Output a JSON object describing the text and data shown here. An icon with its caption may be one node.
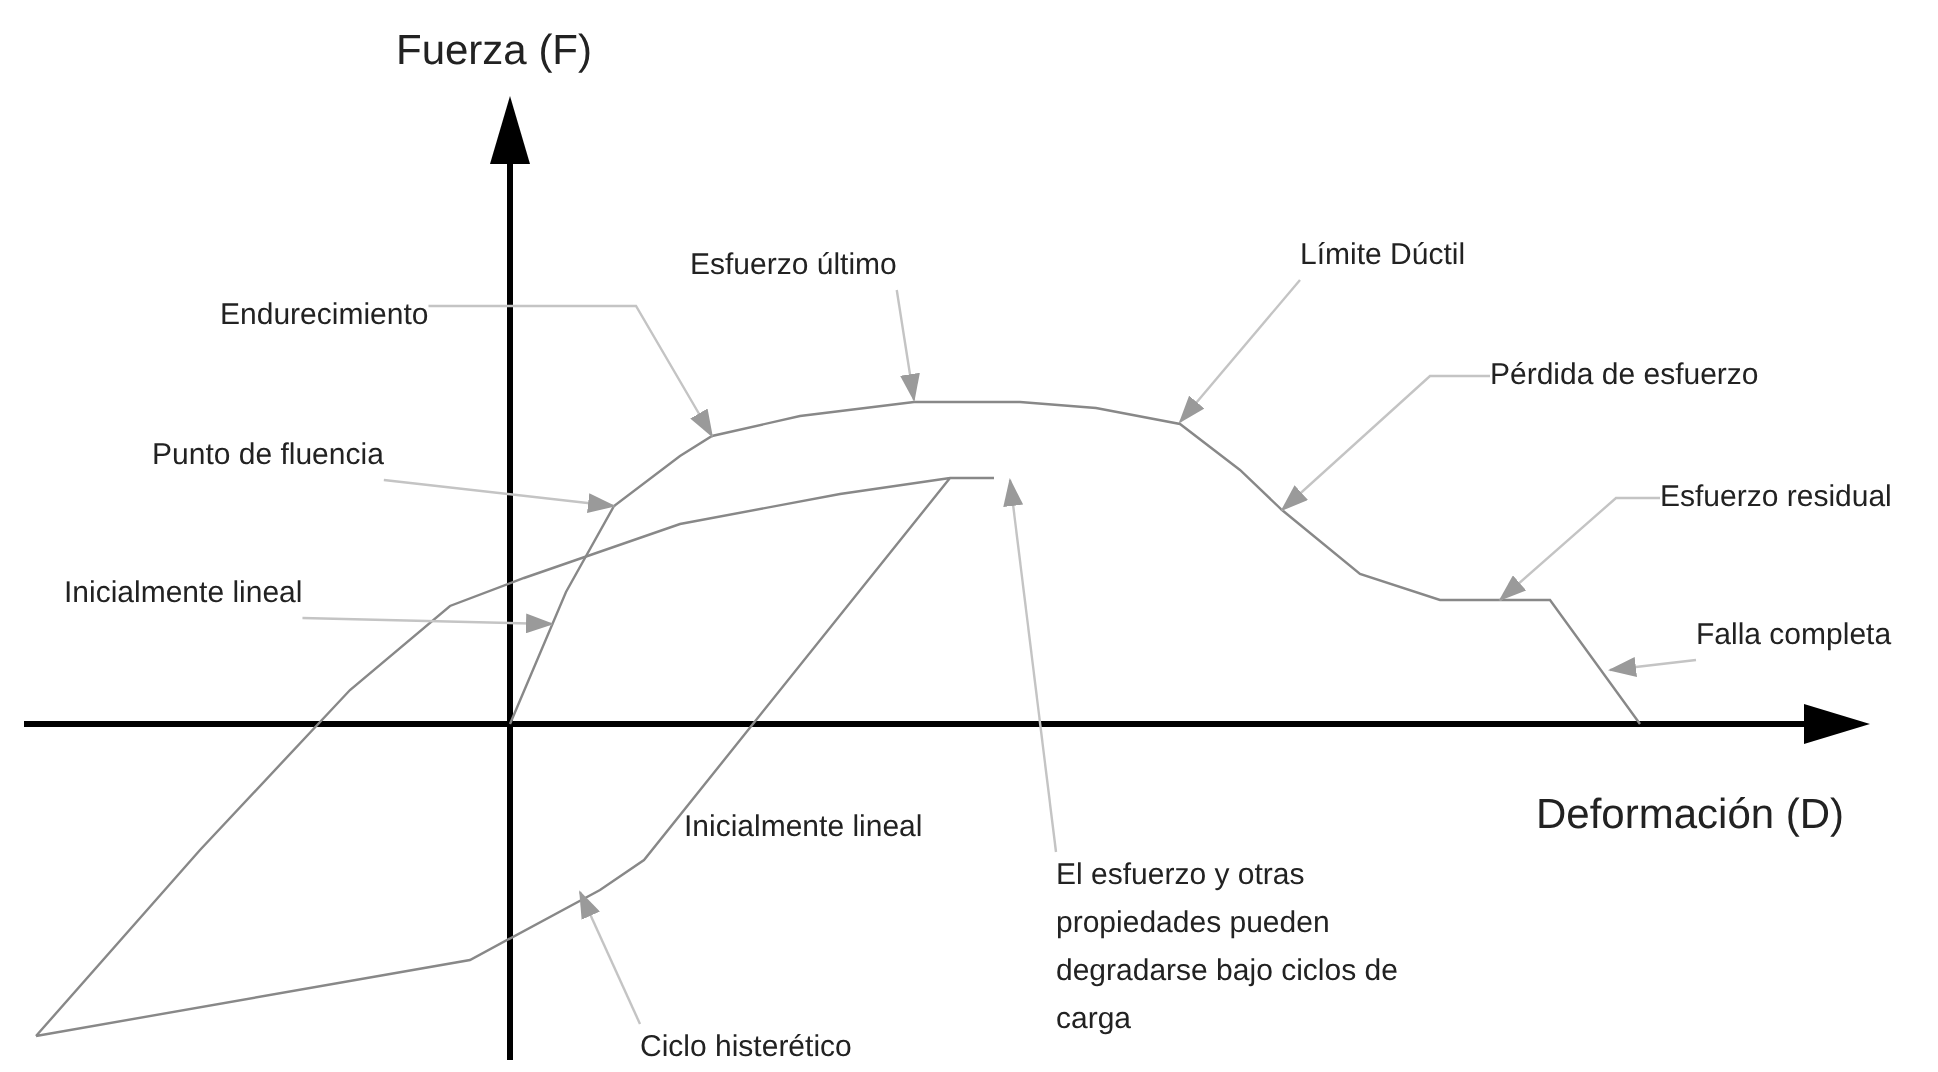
{
  "diagram": {
    "nodes": [
      {
        "text": [
          "Endurecimiento"
        ]
      },
      {
        "text": [
          "Esfuerzo último"
        ]
      },
      {
        "text": [
          "Límite Dúctil"
        ]
      },
      {
        "text": [
          "Pérdida de esfuerzo"
        ]
      },
      {
        "text": [
          "Punto de fluencia"
        ]
      },
      {
        "text": [
          "Esfuerzo residual"
        ]
      },
      {
        "text": [
          "Inicialmente lineal"
        ]
      },
      {
        "text": [
          "Falla completa"
        ]
      },
      {
        "text": [
          "El esfuerzo y otras propiedades pueden degradarse bajo ciclos de carga"
        ]
      },
      {
        "text": [
          "Ciclo histerético"
        ]
      },
      {
        "text": [],
        "shape": "curve"
      },
      {
        "text": [],
        "shape": "curve"
      }
    ],
    "edges": [
      {
        "from": 0,
        "to": 10,
        "arrow": "to"
      },
      {
        "from": 1,
        "to": 10,
        "arrow": "to"
      },
      {
        "from": 2,
        "to": 10,
        "arrow": "to"
      },
      {
        "from": 3,
        "to": 10,
        "arrow": "to"
      },
      {
        "from": 4,
        "to": 10,
        "arrow": "to"
      },
      {
        "from": 5,
        "to": 10,
        "arrow": "to"
      },
      {
        "from": 6,
        "to": 10,
        "arrow": "to"
      },
      {
        "from": 7,
        "to": 10,
        "arrow": "to"
      },
      {
        "from": 8,
        "to": 11,
        "arrow": "to"
      },
      {
        "from": 9,
        "to": 11,
        "arrow": "to"
      }
    ],
    "labels": [
      "Fuerza (F)",
      "Deformación (D)",
      "Inicialmente lineal"
    ]
  }
}
